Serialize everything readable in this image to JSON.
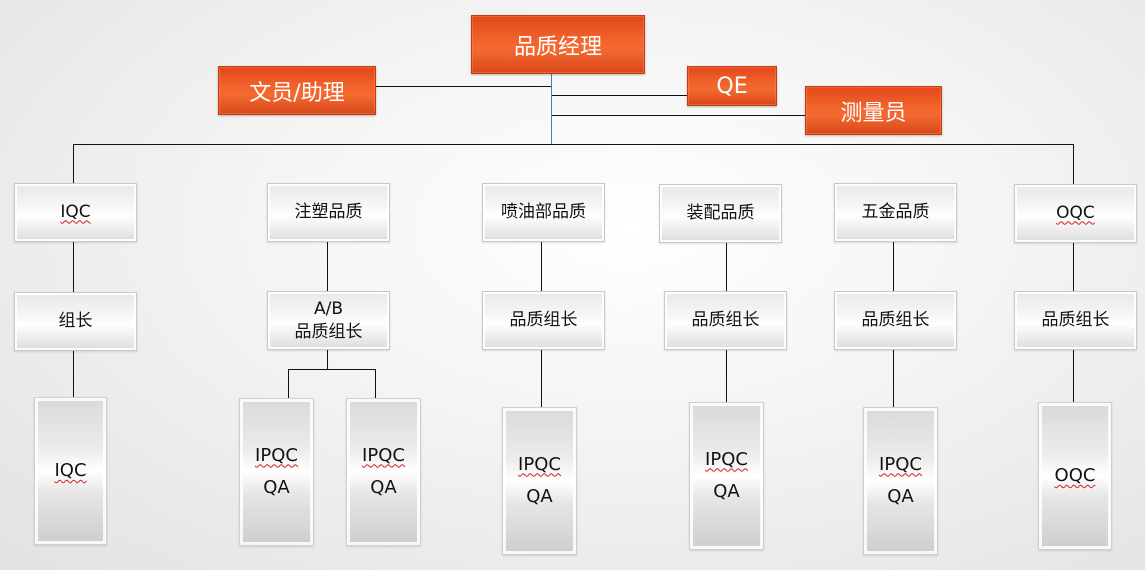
{
  "top": {
    "manager": "品质经理",
    "assistant": "文员/助理",
    "qe": "QE",
    "surveyor": "测量员"
  },
  "departments": [
    {
      "name": "IQC",
      "leader": "组长",
      "staff": [
        {
          "line1": "IQC",
          "line2": ""
        }
      ]
    },
    {
      "name": "注塑品质",
      "leader_line1": "A/B",
      "leader": "品质组长",
      "staff": [
        {
          "line1": "IPQC",
          "line2": "QA"
        },
        {
          "line1": "IPQC",
          "line2": "QA"
        }
      ]
    },
    {
      "name": "喷油部品质",
      "leader": "品质组长",
      "staff": [
        {
          "line1": "IPQC",
          "line2": "QA"
        }
      ]
    },
    {
      "name": "装配品质",
      "leader": "品质组长",
      "staff": [
        {
          "line1": "IPQC",
          "line2": "QA"
        }
      ]
    },
    {
      "name": "五金品质",
      "leader": "品质组长",
      "staff": [
        {
          "line1": "IPQC",
          "line2": "QA"
        }
      ]
    },
    {
      "name": "OQC",
      "leader": "品质组长",
      "staff": [
        {
          "line1": "OQC",
          "line2": ""
        }
      ]
    }
  ],
  "colors": {
    "accent": "#f05a24",
    "line": "#111111",
    "trunk": "#4a7fb5"
  }
}
